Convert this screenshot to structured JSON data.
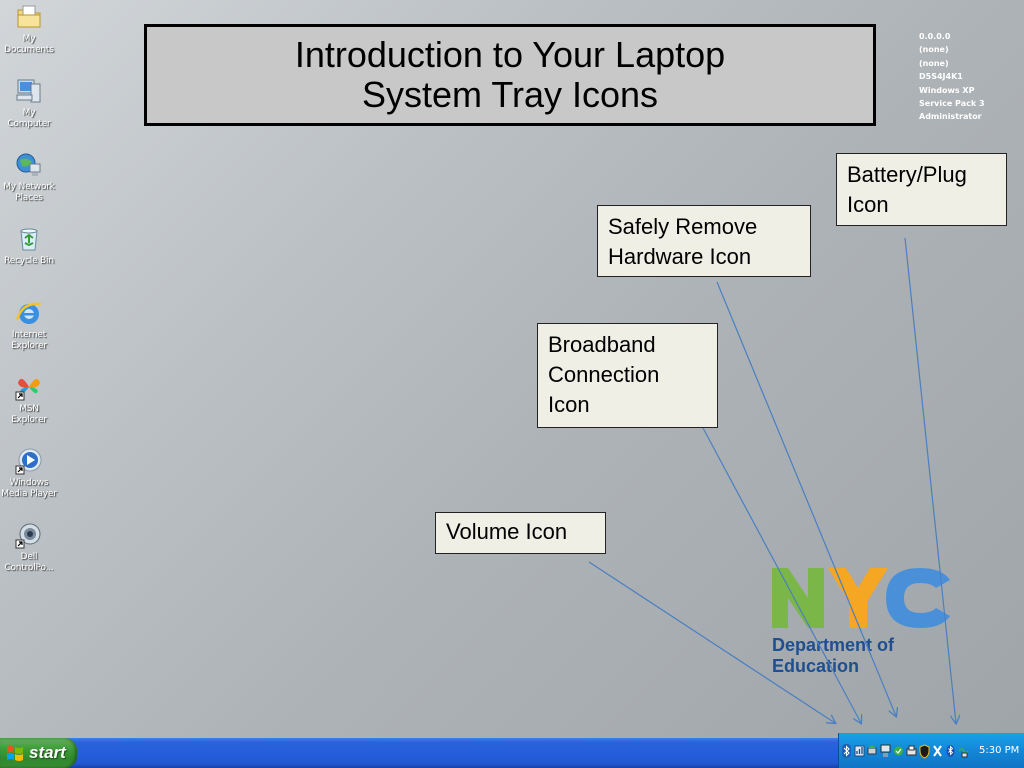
{
  "desktop_icons": [
    {
      "name": "my-documents",
      "label": "My Documents",
      "icon": "folder-icon"
    },
    {
      "name": "my-computer",
      "label": "My Computer",
      "icon": "computer-icon"
    },
    {
      "name": "my-network-places",
      "label": "My Network Places",
      "icon": "network-icon"
    },
    {
      "name": "recycle-bin",
      "label": "Recycle Bin",
      "icon": "recycle-bin-icon"
    },
    {
      "name": "internet-explorer",
      "label": "Internet Explorer",
      "icon": "internet-explorer-icon"
    },
    {
      "name": "msn-explorer",
      "label": "MSN Explorer",
      "icon": "msn-butterfly-icon"
    },
    {
      "name": "windows-media-player",
      "label": "Windows Media Player",
      "icon": "media-player-icon"
    },
    {
      "name": "dell-controlpoint",
      "label": "Dell ControlPo...",
      "icon": "dell-controlpoint-icon"
    }
  ],
  "title": {
    "line1": "Introduction to Your Laptop",
    "line2": "System Tray Icons"
  },
  "system_info": [
    "0.0.0.0",
    "(none)",
    "(none)",
    "D5S4J4K1",
    "Windows XP",
    "Service Pack 3",
    "Administrator"
  ],
  "callouts": {
    "battery": {
      "line1": "Battery/Plug",
      "line2": "Icon"
    },
    "safely_remove": {
      "line1": "Safely Remove",
      "line2": "Hardware Icon"
    },
    "broadband": {
      "line1": "Broadband",
      "line2": "Connection",
      "line3": "Icon"
    },
    "volume": {
      "line1": "Volume Icon"
    }
  },
  "logo": {
    "letters": "NYC",
    "line1": "Department of",
    "line2": "Education"
  },
  "taskbar": {
    "start_label": "start",
    "clock": "5:30 PM",
    "tray_icons": [
      "bluetooth-icon",
      "broadband-icon",
      "safely-remove-hardware-icon",
      "network-icon",
      "printer-icon",
      "antivirus-icon",
      "battery-plug-icon",
      "security-icon"
    ]
  },
  "colors": {
    "taskbar_blue": "#245edb",
    "start_green": "#3c9a37",
    "tray_blue": "#1387d6",
    "nyc_green": "#7ab648",
    "nyc_orange": "#f5a623",
    "nyc_blue": "#4a90d9",
    "arrow_blue": "#4a7fc1"
  }
}
